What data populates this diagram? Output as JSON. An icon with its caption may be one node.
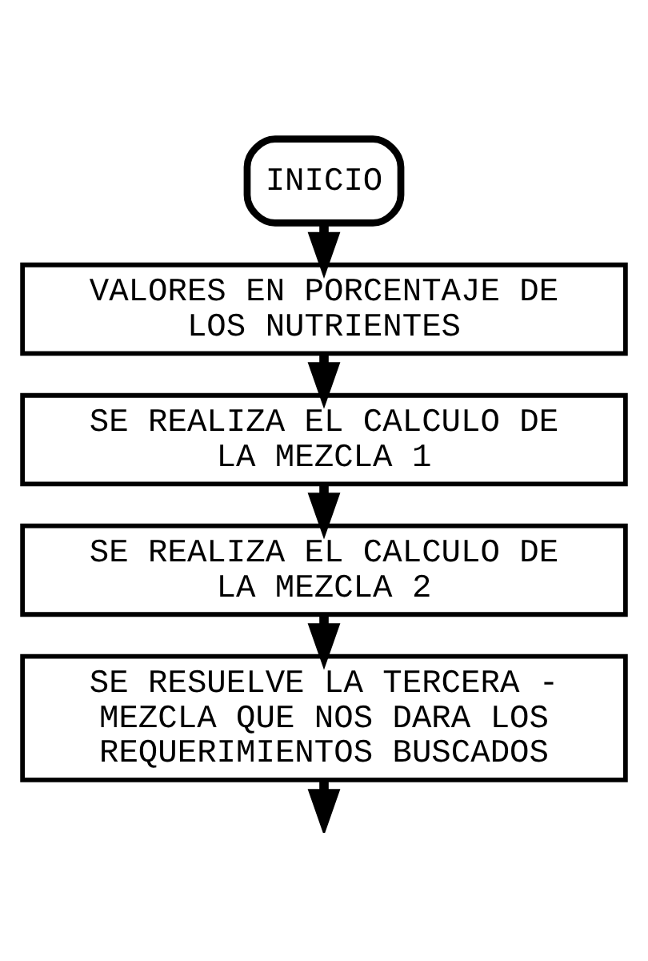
{
  "diagram": {
    "nodes": [
      {
        "text": [
          "INICIO"
        ]
      },
      {
        "text": [
          "VALORES EN PORCENTAJE DE LOS NUTRIENTES"
        ]
      },
      {
        "text": [
          "SE REALIZA EL CALCULO DE LA MEZCLA 1"
        ]
      },
      {
        "text": [
          "SE REALIZA EL CALCULO DE LA MEZCLA 2"
        ]
      },
      {
        "text": [
          "SE RESUELVE LA TERCERA - MEZCLA QUE NOS DARA LOS REQUERIMIENTOS BUSCADOS"
        ]
      }
    ],
    "edges": [
      {
        "from": 0,
        "to": 1,
        "arrow": "to"
      },
      {
        "from": 1,
        "to": 2,
        "arrow": "to"
      },
      {
        "from": 2,
        "to": 3,
        "arrow": "to"
      },
      {
        "from": 3,
        "to": 4,
        "arrow": "to"
      },
      {
        "from": 4,
        "to": null,
        "arrow": "to"
      }
    ]
  }
}
